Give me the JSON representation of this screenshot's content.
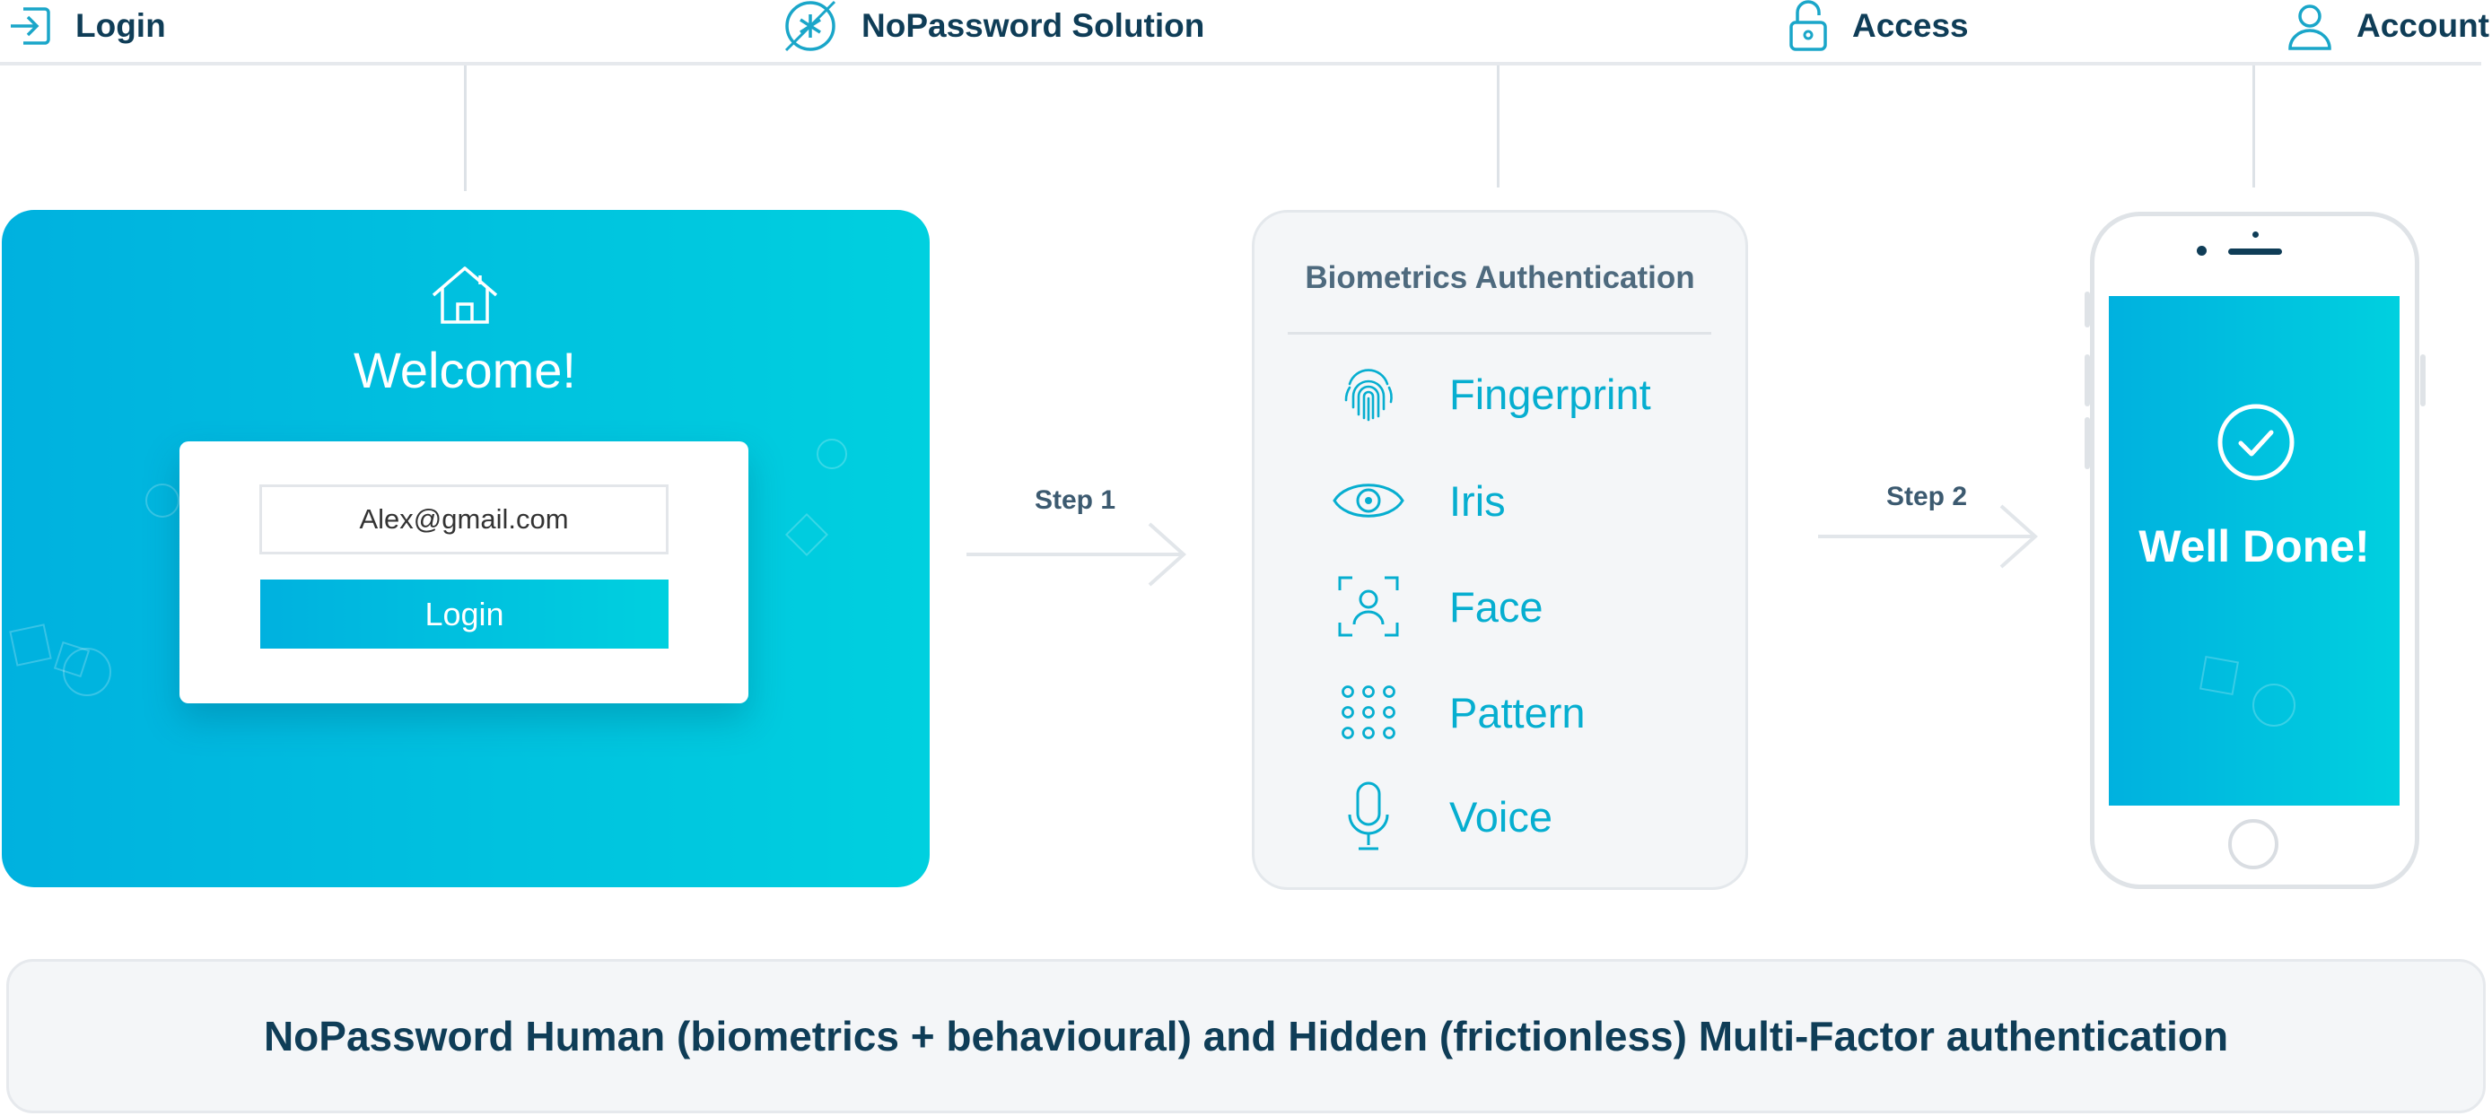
{
  "header": {
    "items": [
      {
        "label": "Login",
        "icon": "login-arrow-icon"
      },
      {
        "label": "NoPassword Solution",
        "icon": "nopassword-logo-icon"
      },
      {
        "label": "Access",
        "icon": "unlock-icon"
      },
      {
        "label": "Account",
        "icon": "user-icon"
      }
    ]
  },
  "login_card": {
    "icon": "home-icon",
    "welcome": "Welcome!",
    "email_value": "Alex@gmail.com",
    "login_button": "Login"
  },
  "steps": [
    "Step 1",
    "Step 2"
  ],
  "biometrics": {
    "title": "Biometrics Authentication",
    "items": [
      {
        "label": "Fingerprint",
        "icon": "fingerprint-icon"
      },
      {
        "label": "Iris",
        "icon": "eye-icon"
      },
      {
        "label": "Face",
        "icon": "face-scan-icon"
      },
      {
        "label": "Pattern",
        "icon": "pattern-grid-icon"
      },
      {
        "label": "Voice",
        "icon": "microphone-icon"
      }
    ]
  },
  "phone": {
    "icon": "check-circle-icon",
    "message": "Well Done!"
  },
  "footer": {
    "text": "NoPassword Human (biometrics + behavioural) and Hidden (frictionless) Multi-Factor authentication"
  },
  "colors": {
    "accent_start": "#00b1df",
    "accent_end": "#00d0df",
    "biometric_label": "#06aed0",
    "dark_text": "#0f3d57",
    "panel_bg": "#f4f6f8"
  }
}
